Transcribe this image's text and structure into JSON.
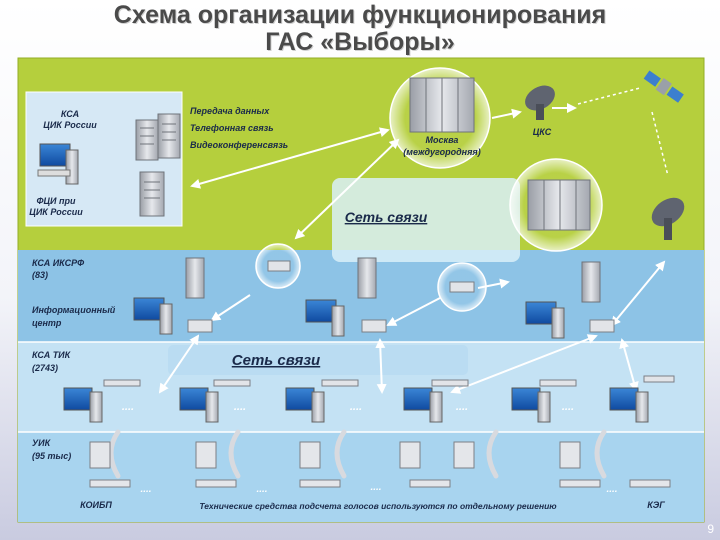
{
  "title": {
    "line1": "Схема организации функционирования",
    "line2": "ГАС «Выборы»"
  },
  "top_panel": {
    "ksa_cik": {
      "line1": "КСА",
      "line2": "ЦИК России"
    },
    "fci": {
      "line1": "ФЦИ при",
      "line2": "ЦИК России"
    },
    "services": [
      "Передача данных",
      "Телефонная связь",
      "Видеоконференсвязь"
    ],
    "moscow": {
      "line1": "Москва",
      "line2": "(междугородняя)"
    },
    "cks": "ЦКС"
  },
  "network_label": "Сеть связи",
  "levels": {
    "ksa_iksrf": {
      "line1": "КСА ИКСРФ",
      "line2": "(83)"
    },
    "info_center": {
      "line1": "Информационный",
      "line2": "центр"
    },
    "ksa_tik": {
      "line1": "КСА ТИК",
      "line2": "(2743)"
    },
    "uik": {
      "line1": "УИК",
      "line2": "(95 тыс)"
    }
  },
  "footer": {
    "koib": "КОИБП",
    "note": "Технические средства подсчета голосов используются по отдельному решению",
    "keg": "КЭГ",
    "dots": "....",
    "dots_short": "...."
  },
  "page_number": "9",
  "colors": {
    "green_panel": "#b5cf3d",
    "top_panel": "#d6e8f5",
    "band_blue": "#8dc3e6",
    "band_light": "#c4e2f4",
    "band_uik": "#a8d4ef",
    "network_box": "#d9f0f8"
  }
}
